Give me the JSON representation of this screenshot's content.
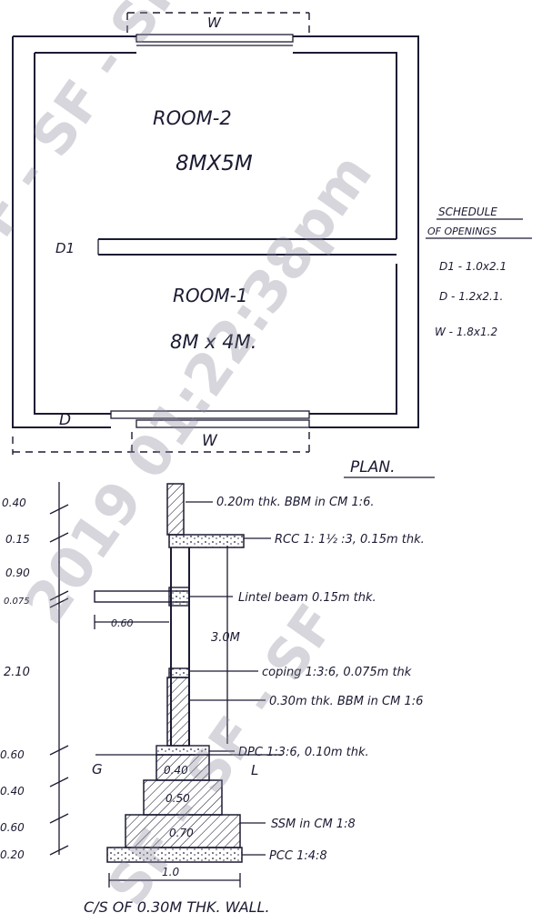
{
  "plan": {
    "rooms": [
      {
        "name": "ROOM-2",
        "size": "8MX5M"
      },
      {
        "name": "ROOM-1",
        "size": "8M x 4M."
      }
    ],
    "openings": {
      "d1": "D1",
      "d": "D",
      "w_top": "W",
      "w_bottom": "W"
    },
    "title": "PLAN."
  },
  "schedule": {
    "title_line1": "SCHEDULE",
    "title_line2": "OF OPENINGS",
    "items": [
      "D1 - 1.0x2.1",
      "D - 1.2x2.1.",
      "W - 1.8x1.2"
    ]
  },
  "section": {
    "left_dims": [
      "0.40",
      "0.15",
      "0.90",
      "0.075",
      "2.10",
      "0.60",
      "0.40",
      "0.60",
      "0.20"
    ],
    "notes": [
      "0.20m thk. BBM in CM 1:6.",
      "RCC 1: 1½ :3, 0.15m thk.",
      "Lintel beam 0.15m thk.",
      "coping 1:3:6, 0.075m thk",
      "0.30m thk. BBM in CM 1:6",
      "DPC 1:3:6, 0.10m thk.",
      "SSM in CM 1:8",
      "PCC 1:4:8"
    ],
    "span_label": "3.0M",
    "sill_label": "0.60",
    "step_widths": [
      "0.40",
      "0.50",
      "0.70",
      "1.0"
    ],
    "ground_left": "G",
    "ground_right": "L",
    "caption": "C/S OF 0.30M THK. WALL."
  },
  "watermark": {
    "text": "SF - SF - SF",
    "stamp": "2019 01:22:38pm",
    "color": "#8a8a9c"
  }
}
